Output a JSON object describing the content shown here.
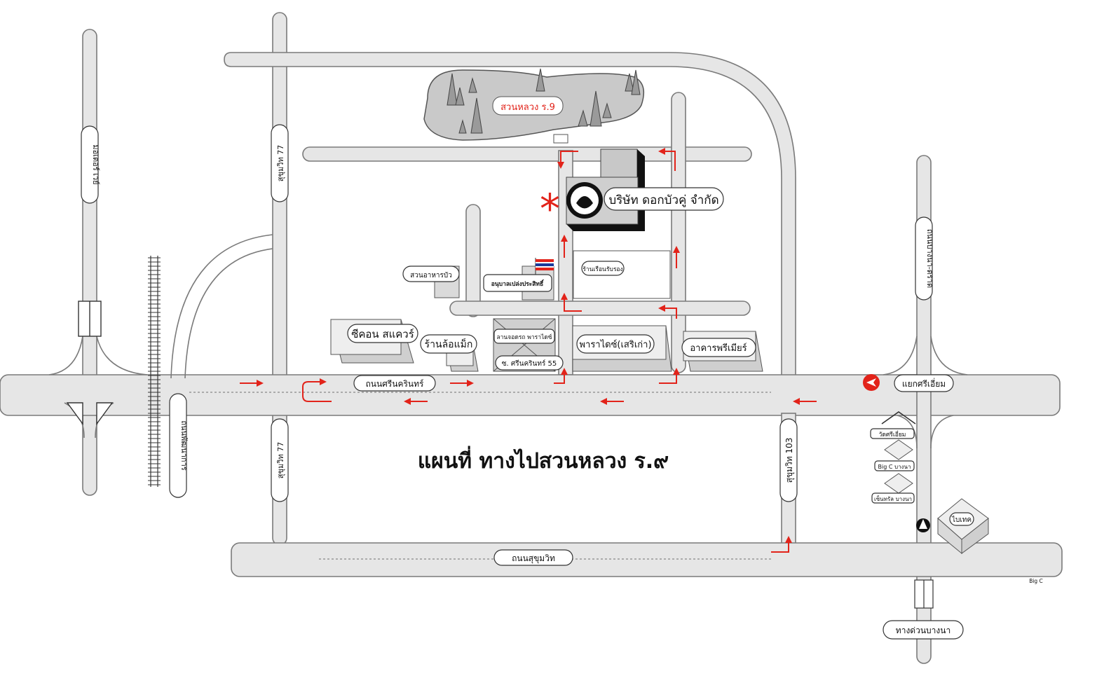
{
  "map": {
    "title": "แผนที่ ทางไปสวนหลวง ร.๙",
    "company": "บริษัท ดอกบัวคู่ จำกัด",
    "park": "สวนหลวง ร.9",
    "roads": {
      "srinakarin": "ถนนศรีนครินทร์",
      "sukhumvit": "ถนนสุขุมวิท",
      "sukhumvit77_top": "สุขุมวิท 77",
      "sukhumvit77_bottom": "สุขุมวิท 77",
      "sukhumvit103": "สุขุมวิท 103",
      "motorway": "มอเตอร์ เวย์",
      "pattanakarn": "ถนนพัฒนาการ",
      "bangna_trad": "ถนนบางนา-ตราด",
      "srinakarin55": "ซ. ศรีนครินทร์ 55"
    },
    "places": {
      "suan_ahan_bua": "สวนอาหารบัว",
      "anuban": "อนุบาลเปล่งประสิทธิ์",
      "ran_ruan": "ร้านเรือนรับรอง",
      "seacon": "ซีคอน สแควร์",
      "ran_lor": "ร้านล้อแม็ก",
      "lan_jod": "ลานจอดรถ พาราไดซ์",
      "paradise": "พาราไดซ์(เสริเก่า)",
      "premier": "อาคารพรีเมียร์",
      "srieam": "แยกศรีเอี่ยม",
      "wat_srieam": "วัดศรีเอี่ยม",
      "bigc_bangna": "Big C บางนา",
      "central_bangna": "เซ็นทรัล บางนา",
      "bitec": "ไบเทค",
      "big_c": "Big C",
      "tollway": "ทางด่วนบางนา"
    },
    "colors": {
      "arrow": "#e2231a",
      "road_fill": "#e6e6e6",
      "road_edge": "#7a7a7a"
    }
  }
}
